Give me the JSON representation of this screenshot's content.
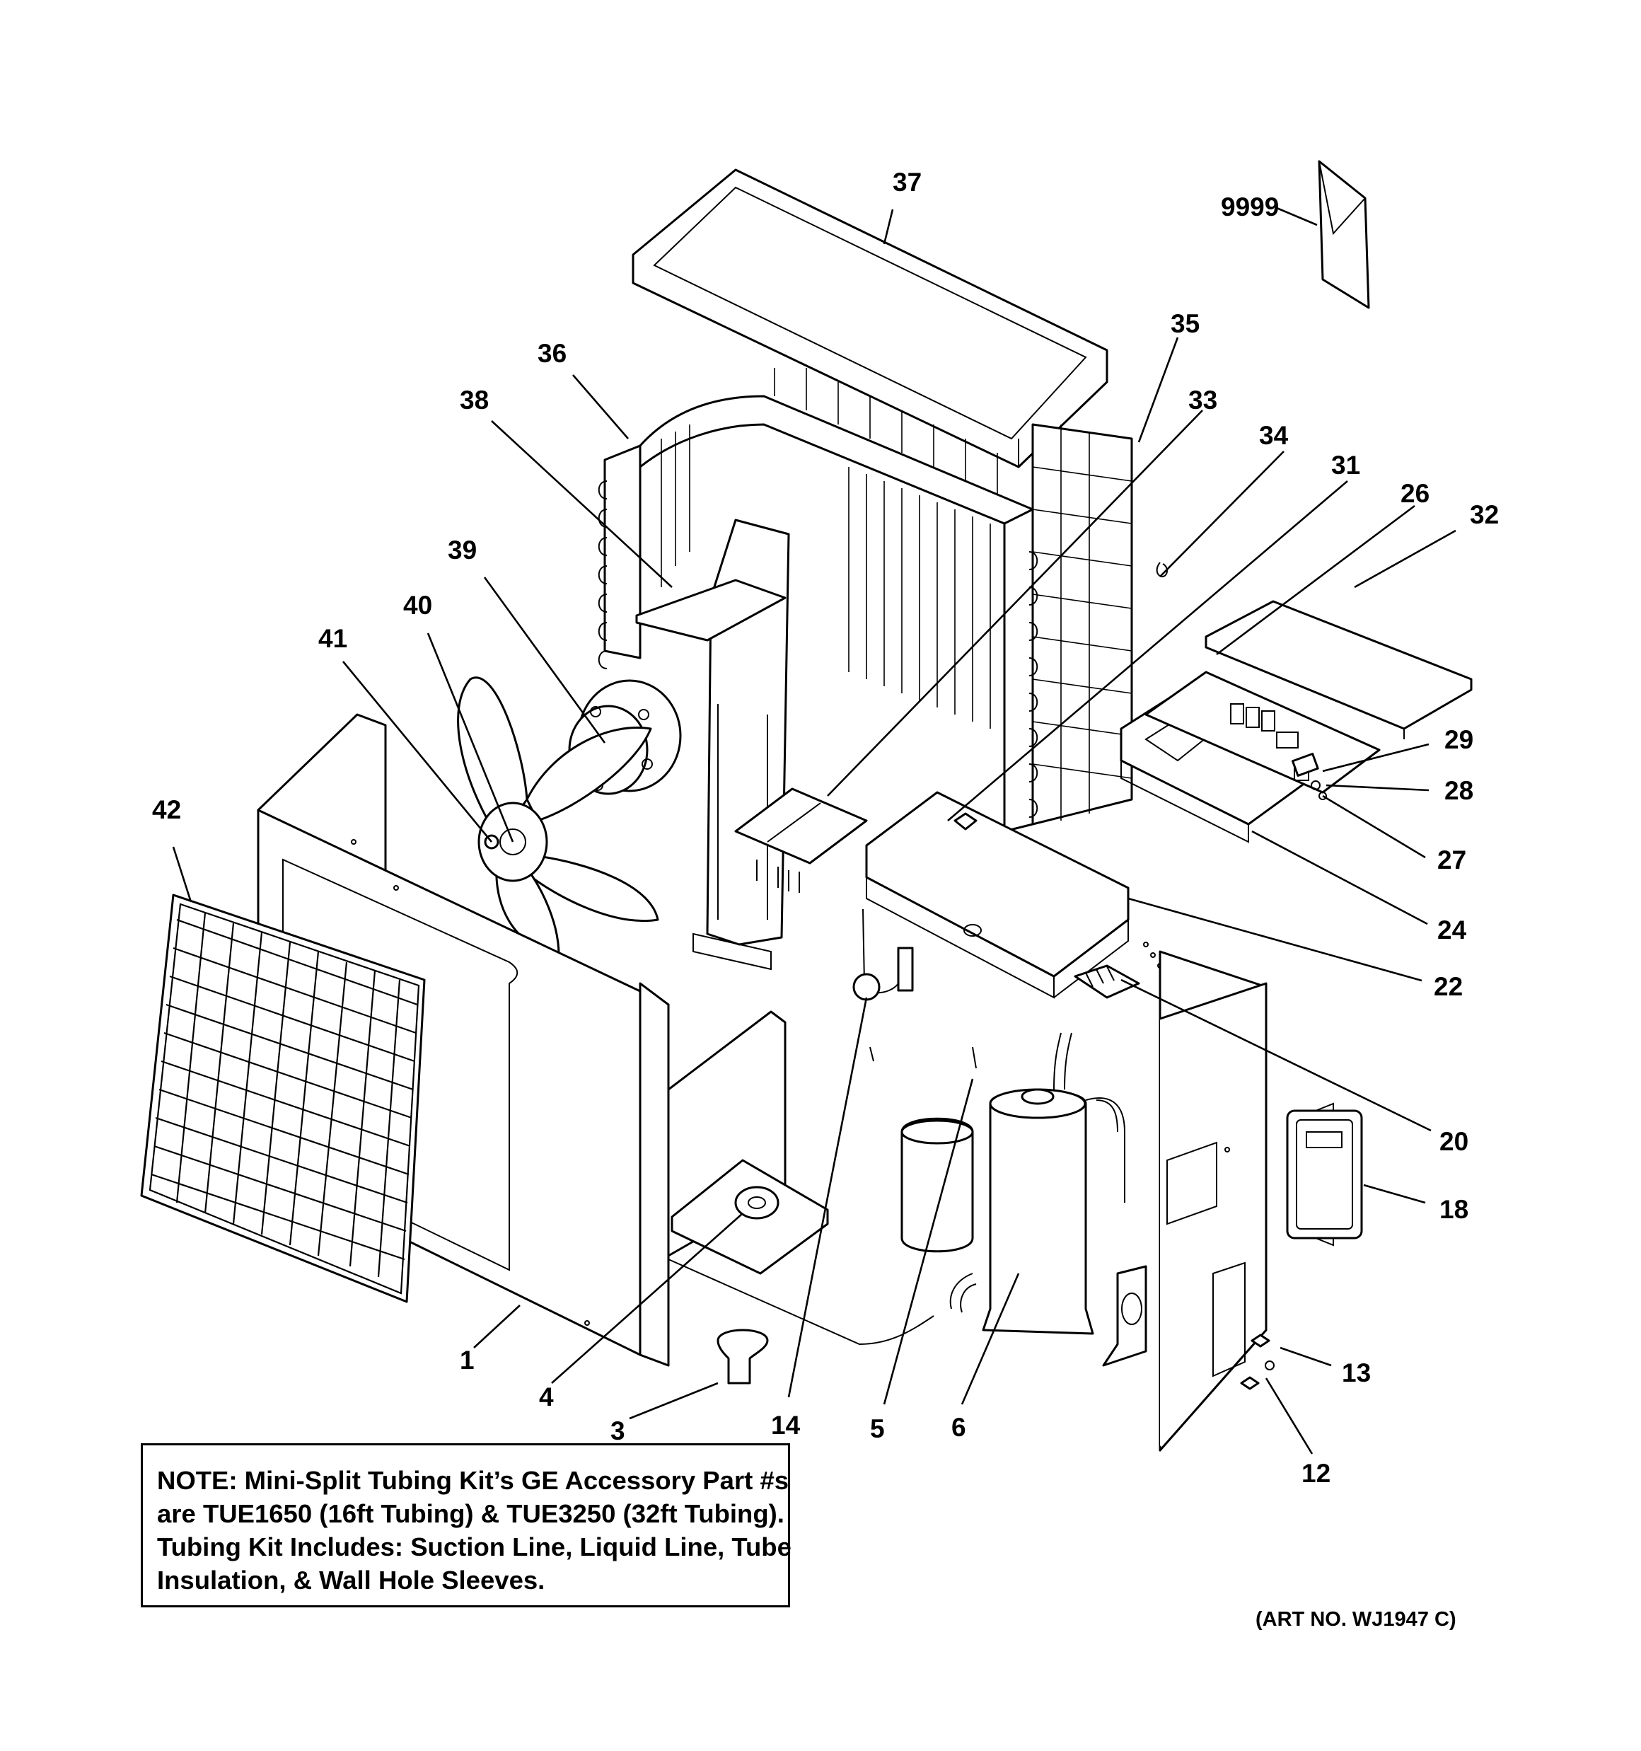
{
  "callouts": {
    "c1": "1",
    "c3": "3",
    "c4": "4",
    "c5": "5",
    "c6": "6",
    "c12": "12",
    "c13": "13",
    "c14": "14",
    "c18": "18",
    "c20": "20",
    "c22": "22",
    "c24": "24",
    "c26": "26",
    "c27": "27",
    "c28": "28",
    "c29": "29",
    "c31": "31",
    "c32": "32",
    "c33": "33",
    "c34": "34",
    "c35": "35",
    "c36": "36",
    "c37": "37",
    "c38": "38",
    "c39": "39",
    "c40": "40",
    "c41": "41",
    "c42": "42",
    "c9999": "9999"
  },
  "note": {
    "line1": "NOTE: Mini-Split Tubing Kit’s GE Accessory Part #s",
    "line2": "are TUE1650 (16ft Tubing) & TUE3250 (32ft Tubing).",
    "line3": "Tubing Kit Includes: Suction Line, Liquid Line, Tube",
    "line4": "Insulation, & Wall Hole Sleeves."
  },
  "art_number": "(ART NO. WJ1947 C)"
}
